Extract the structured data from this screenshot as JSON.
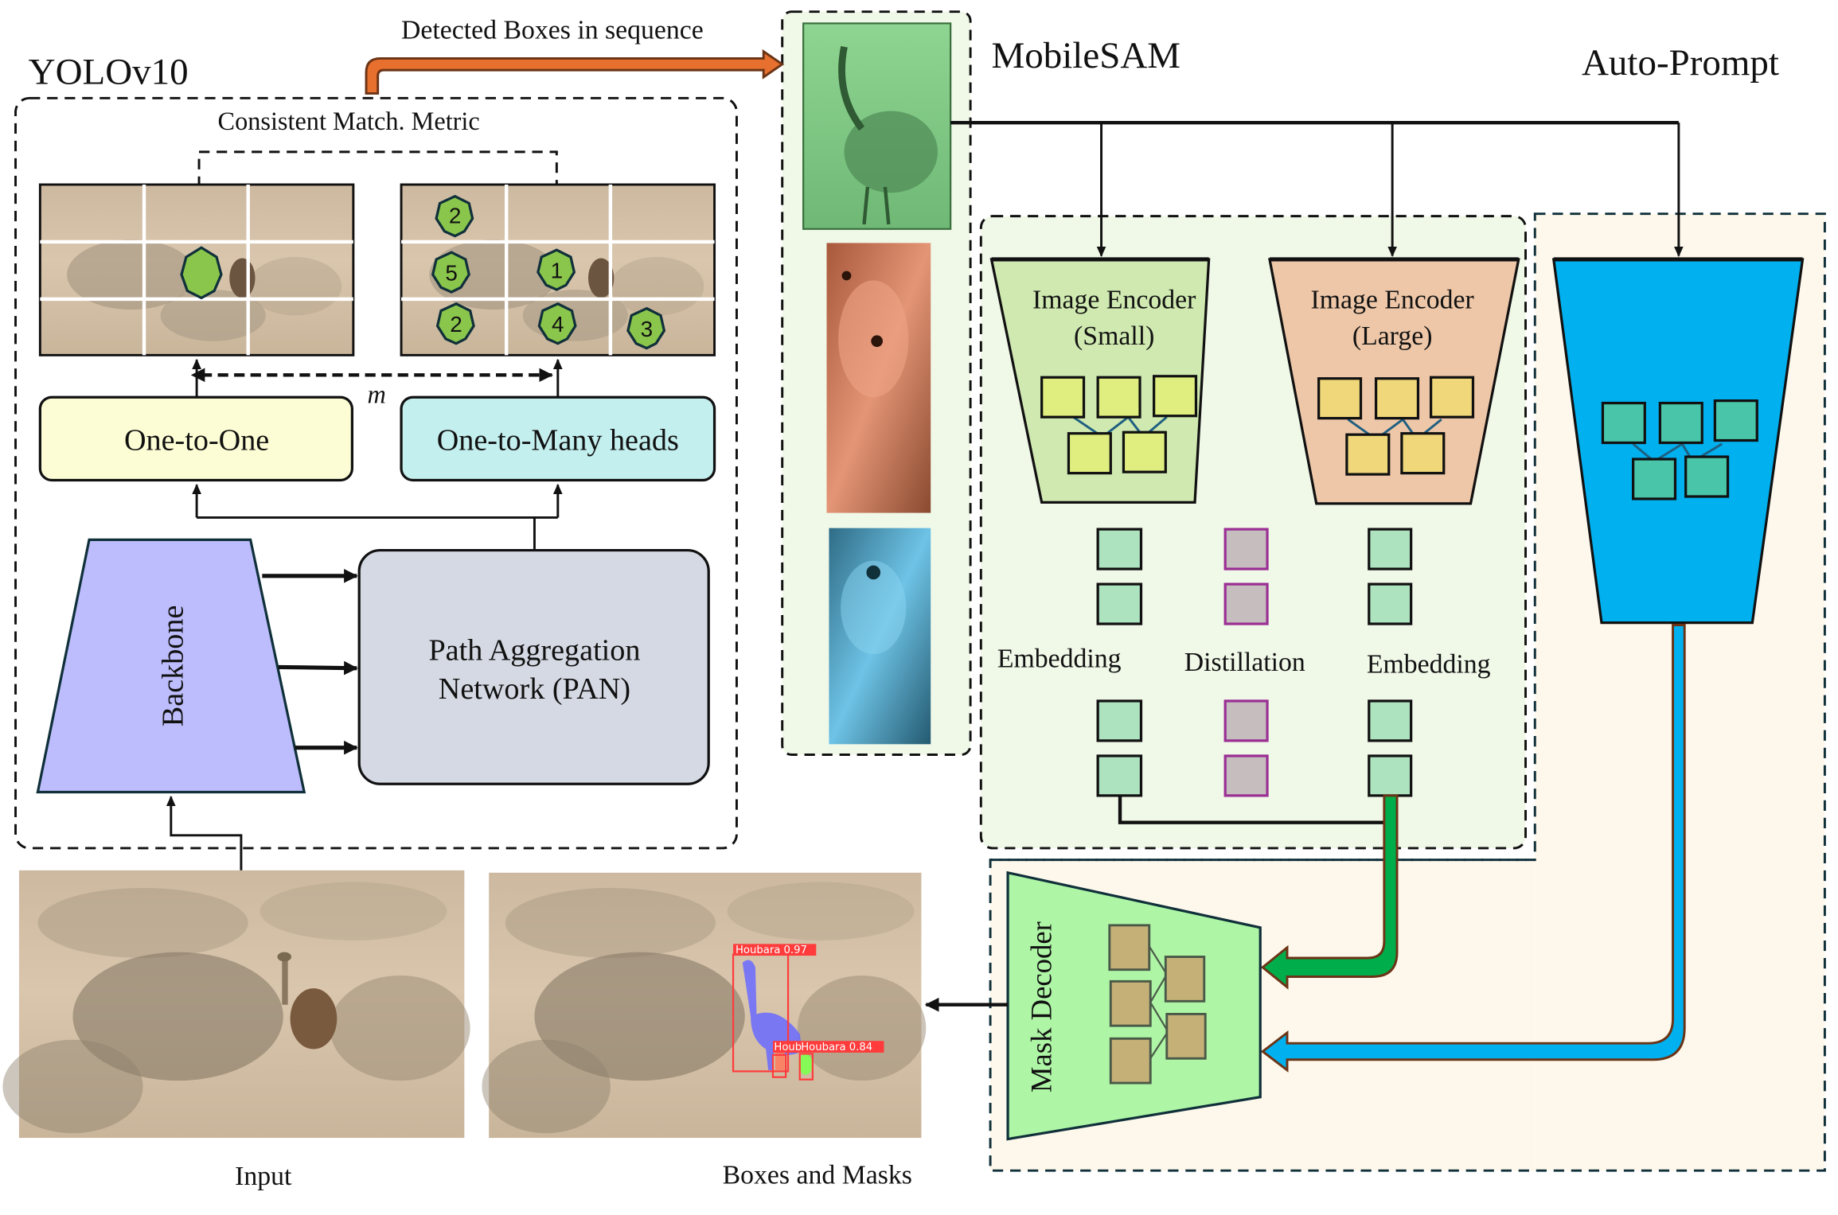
{
  "yolo": {
    "title": "YOLOv10",
    "consistent_metric_label": "Consistent Match. Metric",
    "m_label": "m",
    "one_to_one_label": "One-to-One",
    "one_to_many_label": "One-to-Many heads",
    "backbone_label": "Backbone",
    "pan_line1": "Path Aggregation",
    "pan_line2": "Network (PAN)",
    "grid_numbers": [
      "2",
      "5",
      "1",
      "2",
      "4",
      "3"
    ]
  },
  "flow": {
    "detected_boxes_label": "Detected Boxes in sequence"
  },
  "mobilesam": {
    "title": "MobileSAM",
    "encoder_small_line1": "Image Encoder",
    "encoder_small_line2": "(Small)",
    "encoder_large_line1": "Image Encoder",
    "encoder_large_line2": "(Large)",
    "embedding_left_label": "Embedding",
    "distillation_label": "Distillation",
    "embedding_right_label": "Embedding",
    "mask_decoder_label": "Mask Decoder"
  },
  "auto_prompt": {
    "title": "Auto-Prompt"
  },
  "images": {
    "input_caption": "Input",
    "output_caption": "Boxes and Masks",
    "detections": [
      {
        "label": "Houbara 0.97"
      },
      {
        "label": "Houbara 0.84"
      },
      {
        "label": "Houb"
      }
    ]
  },
  "colors": {
    "orange_arrow": "#e8702f",
    "green_arrow": "#00ad4b",
    "blue_arrow": "#00b0ef",
    "arrow_outline": "#6b3416",
    "one_to_one_fill": "#fdfdd5",
    "one_to_many_fill": "#c3efee",
    "backbone_fill": "#bdbdfd",
    "pan_fill": "#d5d9e3",
    "mobilesam_bg": "#f0f8e8",
    "autoprompt_bg": "#fef8ec",
    "encoder_small_fill": "#cfe9b0",
    "encoder_large_fill": "#eec7a8",
    "autoprompt_encoder_fill": "#00b0ef",
    "mask_decoder_fill": "#aef6a6"
  }
}
